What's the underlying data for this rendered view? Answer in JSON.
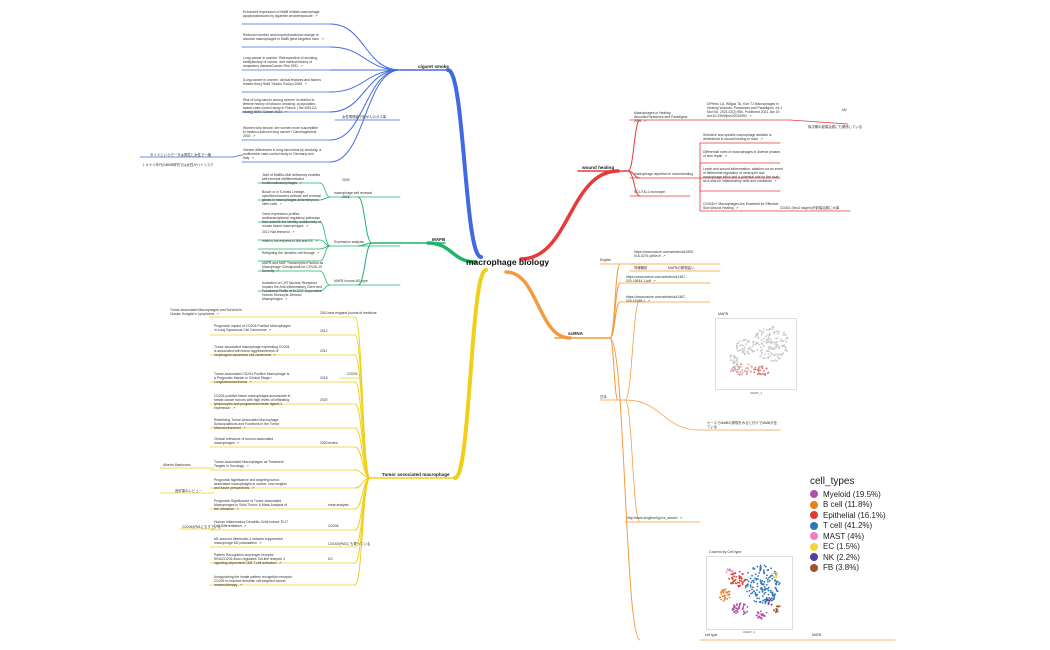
{
  "root": "macrophage biology",
  "colors": {
    "smoke": "#4169e1",
    "mafb": "#1db36a",
    "tam": "#f0cf1a",
    "wound": "#e8393a",
    "scrna": "#f39a3d"
  },
  "branches": {
    "smoke": {
      "label": "cigaret smoke",
      "items": [
        "Enhanced expression of MafB inhibits macrophage apoptosisinduced by cigarette smokeexposure",
        "Reduced number and morphofunctional change of alveolar macrophages in MafB gene-targeted mice",
        "Lung cancer in women: Retrospective of smoking, familylisotory of cancer, and medical history of respiratory diseaseCancer Res 1991",
        "[Lung cancer in women: clinical features and factors related thus] Hokil Tohoku Tonkyo 2008",
        "Risk of lung cancer among women in relation to lifetime history of tobacco smoking: a population-based case-control study in France ( the WELCA study)] BMC Cancer 2021",
        "Women who smoke: are women more susceptible to tobacco-induced lung cancer? Carcinogenesis 2002",
        "Gender differences in lung carcinoma by smoking: a multicentric case-control study in Germany and Italy"
      ],
      "sub": "女性喫煙者で肺がんのガス事",
      "left_notes": [
        "タイツというデータは男性と女性で一緒",
        "１９９０年代のBMB研究では女性がハイリスク"
      ]
    },
    "mafb": {
      "label": "MAFB",
      "groups": [
        {
          "label": "macrophage self renewal",
          "items": [
            {
              "text": "Joint of MafB/c-Maf deficiency enables self-renewal ofdifferentiated functionalmacrophages",
              "year": "2009"
            },
            {
              "text": "Bosch or in 5-hosts Lineage-specificenhancers activate self renewal genes in macrophages andembryonic stem cells",
              "year": "2016"
            }
          ]
        },
        {
          "label": "Expression analysis",
          "items": [
            {
              "text": "Gene expression profiles andtranscriptional regulatory pathways that underlie the identity anddiversity of mouse tissue macrophages",
              "year": ""
            },
            {
              "text": "2012 Nat Immunol",
              "year": ""
            },
            {
              "text": "mafb is not express in AM and DC",
              "year": ""
            },
            {
              "text": "Refighting the dendritic cell lineage",
              "year": ""
            }
          ]
        },
        {
          "label": "MAFB human M2 type",
          "items": [
            {
              "text": "MAFB and MAF Transcription Factors as Macrophage Checkpoints for COVID-19 Severity",
              "year": ""
            },
            {
              "text": "Activation of LXR Nuclear Receptors Impairs the Anti-Inflammatory Gene and Functional Profile of M-CSF-Dependent Human Monocyte-Derived Macrophages",
              "year": ""
            }
          ]
        }
      ]
    },
    "tam": {
      "label": "Tumor associated macrophage",
      "items": [
        {
          "text": "Tumor-Associated Macrophages and Survival in Classic Hodgkin's Lymphoma",
          "year": "2010",
          "note": "new england journal of medicine"
        },
        {
          "text": "Prognostic impact of CD204-Positive Macrophages in Lung Squamous Cell Carcinoma",
          "year": "2012",
          "note": ""
        },
        {
          "text": "Tumor associated macrophage expressing CD204 is associated with tumor aggressiveness of esophageal squamous cell carcinoma",
          "year": "2011",
          "note": ""
        },
        {
          "text": "Tumor-Associated CD204-Positive Macrophage Is a Prognostic Marker in Clinical Stage I LungAdenocarcinoma",
          "year": "2018",
          "note": ""
        },
        {
          "text": "CD204-positive tissue macrophages accumulate in breast cancer tumors with high levels of infiltrating lymphocytes and programmed death ligand-1 expression",
          "year": "2020",
          "note": ""
        },
        {
          "text": "Redefining Tumor-Associated Macrophage Subpopulations and Functions in the Tumor Microenvironment",
          "year": "",
          "note": ""
        },
        {
          "text": "Clinical relevance of tumour-associated macrophages",
          "year": "2020",
          "note": "review"
        },
        {
          "text": "Tumor-Associated Macrophages as Treatment Targets in Oncology",
          "year": "",
          "note": ""
        },
        {
          "text": "Prognostic significance and targeting tumor-associated macrophages in cancer: new insights and future perspectives",
          "year": "",
          "note": ""
        },
        {
          "text": "Prognostic Significance of Tumor-Associated Macrophages in Solid Tumor: A Meta-Analysis of the Literature",
          "year": "",
          "note": "meta analysis"
        },
        {
          "text": "Human Inflammatory Dendritic Cells Induce Th17 Cell Differentiation",
          "year": "",
          "note": "CD206"
        },
        {
          "text": "M1-sourced interleukin-4 induces suppressive macrophage M2 polarization",
          "year": "",
          "note": "CD163がM2にも寄っている"
        },
        {
          "text": "Pattern Recognition scavenger receptor SRA/CD204 down-regulates Toll-like receptor 4 signaling-dependent CD8 T-cell activation",
          "year": "",
          "note": "DC"
        },
        {
          "text": "Antagonizing the innate pattern recognition receptor CD204 to improve dendritic cell-targeted cancer immunotherapy",
          "year": "",
          "note": ""
        }
      ],
      "sub_cd204": "CD204",
      "left_notes": [
        "Alberto Mantovani",
        "良好事のレビュー",
        "CD206がM1にもすでいる"
      ]
    },
    "wound": {
      "label": "wound healing",
      "items": [
        {
          "text": "Macrophages in Healing Wounds:Paradoxes and Paradigms 2021",
          "cite": "DiPietro LA, Wilgus TA, Koh TJ Macrophages in Healing Wounds: Paradoxes and Paradigms. Int J Mol Sci. 2021;22(2):950. Published 2021 Jan 19. doi:10.3390/ijms22020950",
          "note1": "M2",
          "note2": "後次期の創傷治癒にも関係している"
        },
        {
          "text": "macrophage depletion in woundhealing",
          "subs": [
            "Selective and specific macrophage ablation is detrimental to wound healing in mice",
            "Differential roles of macrophages in diverse phases of skin repair",
            "Leptin and wound inflammation: ablation via an event of differential regulation of neutrophil and macrophage influx and a potential role for the scab as a sink for inflammatory cells and mediators",
            "CD301b+ Macrophages Are Essential for Effective Skin Wound Healing"
          ],
          "note": "CD301 (Mrc2 sisgen)が創傷治癒に大事"
        },
        {
          "text": "SCL/TAL1 monocyte",
          "subs": []
        }
      ]
    },
    "scrna": {
      "label": "scRNA",
      "english_label": "English",
      "english_link": "https://www.nature.com/articles/s41590-018-0276-y#Sec9",
      "english_note": "同様解析",
      "english_note2": "MAFBの発現高い",
      "links": [
        "https://www.nature.com/articles/s41467-020-15644-1.pdf",
        "https://www.nature.com/articles/s41467-020-15169-1"
      ],
      "sub_label": "日本",
      "mafb_title": "MAFB",
      "mafb_note": "ケースでMafBの発現をみると付けでMafBが全ている",
      "web_url": "http://www.singlecell.jp/cs_search",
      "celltype_title": "Colored by Cell type",
      "bottom_left": "cell type",
      "bottom_right": "MAFB"
    }
  },
  "legend": {
    "title": "cell_types",
    "items": [
      {
        "label": "Myeloid (19.5%)",
        "color": "#b04fa8"
      },
      {
        "label": "B cell (11.8%)",
        "color": "#f07c1e"
      },
      {
        "label": "Epithelial (16.1%)",
        "color": "#e23a2f"
      },
      {
        "label": "T cell (41.2%)",
        "color": "#2f76b5"
      },
      {
        "label": "MAST (4%)",
        "color": "#f07fbf"
      },
      {
        "label": "EC (1.5%)",
        "color": "#f2d63b"
      },
      {
        "label": "NK (2.2%)",
        "color": "#5a3d9e"
      },
      {
        "label": "FB (3.8%)",
        "color": "#a0522d"
      }
    ]
  },
  "plot_axes": {
    "umap1": "UMAP_1",
    "umap2": "UMAP_2"
  }
}
